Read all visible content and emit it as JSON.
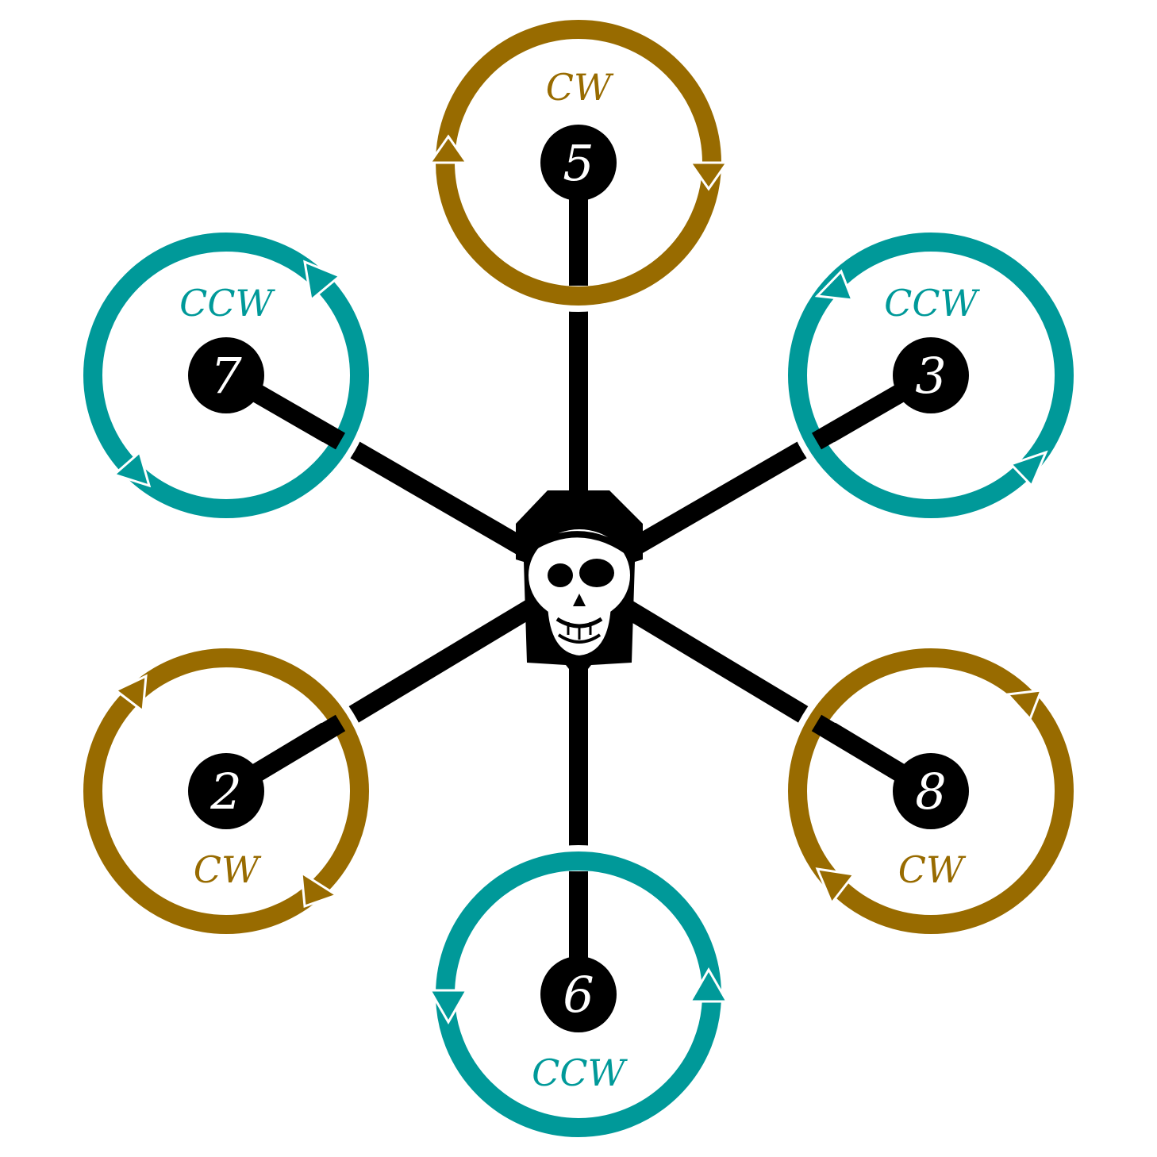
{
  "colors": {
    "cw": "#986b00",
    "ccw": "#009999",
    "frame": "#000000",
    "background": "#ffffff"
  },
  "center_icon": "pirate-skull-eyepatch-icon",
  "motors": [
    {
      "id": "motor-5",
      "number": "5",
      "direction": "CW"
    },
    {
      "id": "motor-3",
      "number": "3",
      "direction": "CCW"
    },
    {
      "id": "motor-8",
      "number": "8",
      "direction": "CW"
    },
    {
      "id": "motor-6",
      "number": "6",
      "direction": "CCW"
    },
    {
      "id": "motor-2",
      "number": "2",
      "direction": "CW"
    },
    {
      "id": "motor-7",
      "number": "7",
      "direction": "CCW"
    }
  ]
}
